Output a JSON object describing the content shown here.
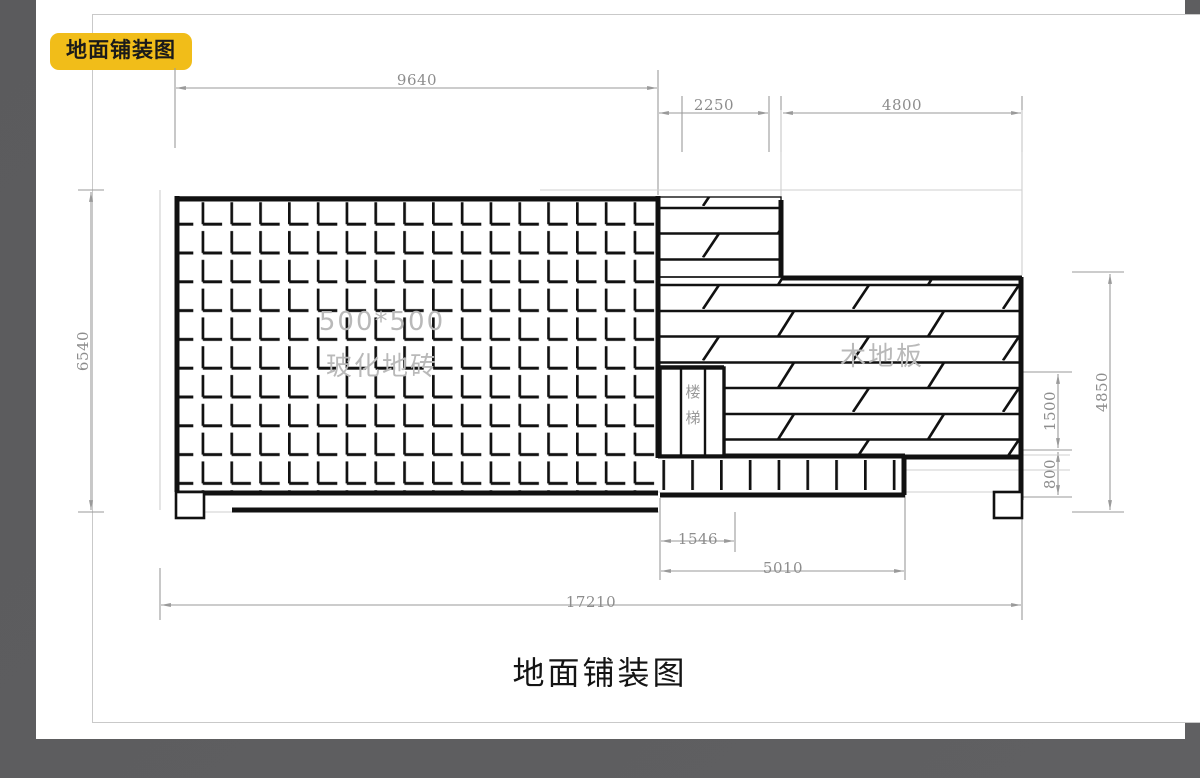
{
  "page": {
    "title_badge": "地面铺装图",
    "bottom_caption": "地面铺装图",
    "badge_color": "#f1bd19",
    "sheet_color": "#ffffff",
    "backdrop_color": "#58585a"
  },
  "drawing": {
    "type": "architectural-floor-plan",
    "units": "mm",
    "materials": [
      {
        "id": "tile",
        "label_size": "500*500",
        "label_name": "玻化地砖",
        "pattern": "square-grid",
        "tile_size_mm": 500
      },
      {
        "id": "wood",
        "label_name": "木地板",
        "pattern": "horizontal-planks-staggered"
      },
      {
        "id": "stair",
        "label_name": "楼梯",
        "pattern": "treads"
      }
    ],
    "dimensions": {
      "top": [
        {
          "value": "9640",
          "span": "left-tile-room-width"
        },
        {
          "value": "2250",
          "span": "stair-bay-width"
        },
        {
          "value": "4800",
          "span": "right-wood-bay-width"
        }
      ],
      "left": [
        {
          "value": "6540",
          "span": "overall-depth"
        }
      ],
      "right": [
        {
          "value": "4850",
          "span": "wood-area-depth"
        },
        {
          "value": "1500",
          "span": "wood-lower-band"
        },
        {
          "value": "800",
          "span": "terrace-band"
        }
      ],
      "bottom": [
        {
          "value": "1546",
          "span": "stair-width"
        },
        {
          "value": "5010",
          "span": "terrace-width"
        },
        {
          "value": "17210",
          "span": "overall-width"
        }
      ]
    },
    "labels": {
      "tile_line1": "500*500",
      "tile_line2": "玻化地砖",
      "wood": "木地板",
      "stair_char1": "楼",
      "stair_char2": "梯"
    }
  }
}
